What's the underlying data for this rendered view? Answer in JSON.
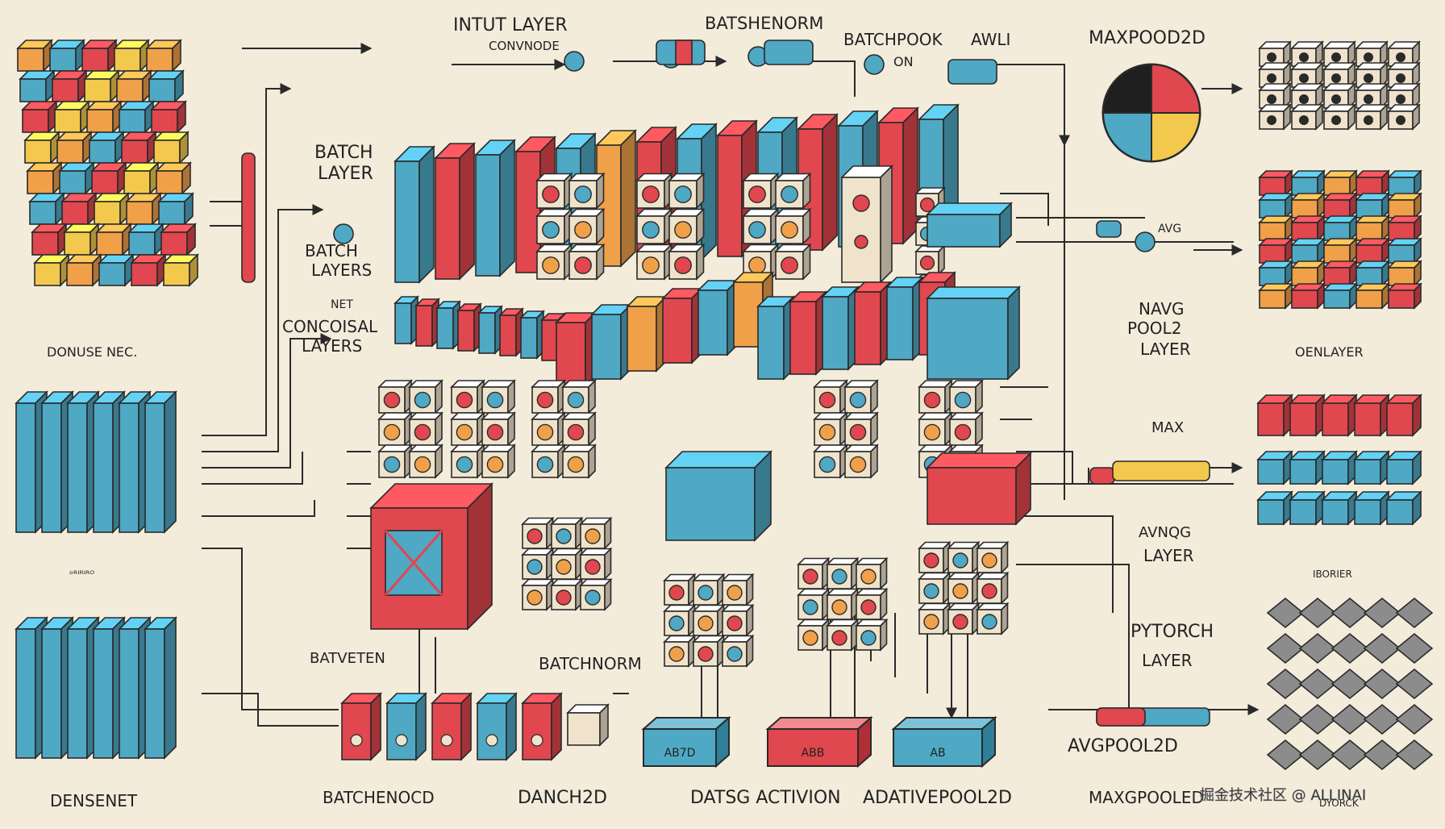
{
  "colors": {
    "paper": "#f3ecdb",
    "ink": "#2a2a2a",
    "blue": "#4fa8c4",
    "blue_dark": "#2f7f99",
    "red": "#e0474e",
    "red_dark": "#b02e35",
    "orange": "#f0a048",
    "yellow": "#f2c94c",
    "cream": "#efe3cc",
    "grey": "#8c8c8c"
  },
  "labels": {
    "input_layer": "INTUT LAYER",
    "convnode": "CONVNODE",
    "batshenorm": "BATSHENORM",
    "batchpook": "BATCHPOOK",
    "awli": "AWLI",
    "on": "ON",
    "maxpool2d": "MAXPOOD2D",
    "batch_layer_1": "BATCH",
    "batch_layer_2": "LAYER",
    "batch_layers_1": "BATCH",
    "batch_layers_2": "LAYERS",
    "net": "NET",
    "concolsal_1": "CONCOISAL",
    "concolsal_2": "LAYERS",
    "dense_nec": "DONUSE NEC.",
    "dense_small": "ᵒᴿᴵᴿᴵᴿᴼ",
    "densenet": "DENSENET",
    "avg": "AVG",
    "navg_1": "NAVG",
    "navg_2": "POOL2",
    "navg_3": "LAYER",
    "oenlayer": "OENLAYER",
    "max": "MAX",
    "avng_1": "AVNQG",
    "avng_2": "LAYER",
    "iborier": "IBORIER",
    "pytorch_1": "PYTORCH",
    "pytorch_2": "LAYER",
    "avgpool2d": "AVGPOOL2D",
    "batveten": "BATVETEN",
    "batchnorm": "BATCHNORM",
    "batchenocd": "BATCHENOCD",
    "danch2d": "DANCH2D",
    "datsg_activion": "DATSG ACTIVION",
    "adaptivepool2d": "ADATIVEPOOL2D",
    "maxgpooled": "MAXGPOOLED",
    "dyorck": "DYORCK",
    "box_1": "AB7D",
    "box_2": "ABB",
    "box_3": "AB",
    "watermark": "掘金技术社区 @ ALLINAI"
  },
  "icons": {
    "pie": "pie-chart-icon",
    "node": "circle-node-icon"
  }
}
